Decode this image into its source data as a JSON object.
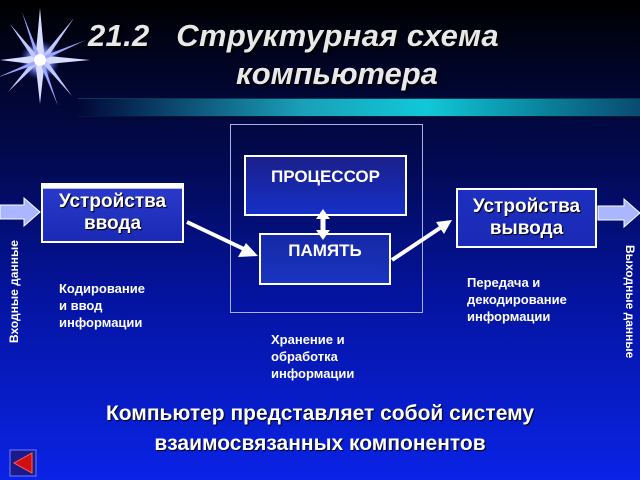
{
  "title": {
    "line1": "21.2   Структурная схема",
    "line2": "компьютера"
  },
  "blocks": {
    "input": {
      "line1": "Устройства",
      "line2": "ввода"
    },
    "output": {
      "line1": "Устройства",
      "line2": "вывода"
    },
    "processor": "ПРОЦЕССОР",
    "memory": "ПАМЯТЬ"
  },
  "captions": {
    "input": "Кодирование\nи ввод\nинформации",
    "core": "Хранение и\nобработка\nинформации",
    "output": "Передача и\nдекодирование\nинформации"
  },
  "side_labels": {
    "input_data": "Входные данные",
    "output_data": "Выходные данные"
  },
  "footer": {
    "line1": "Компьютер представляет собой систему",
    "line2": "взаимосвязанных компонентов"
  },
  "colors": {
    "background_top": "#000000",
    "background_bottom": "#0a23e6",
    "divider": "#10c8d8",
    "text": "#ffffff",
    "title": "#e8e8e8",
    "nav_button": "#d01010"
  },
  "icons": [
    "starburst-icon",
    "back-arrow-icon",
    "input-arrow-icon",
    "output-arrow-icon"
  ]
}
